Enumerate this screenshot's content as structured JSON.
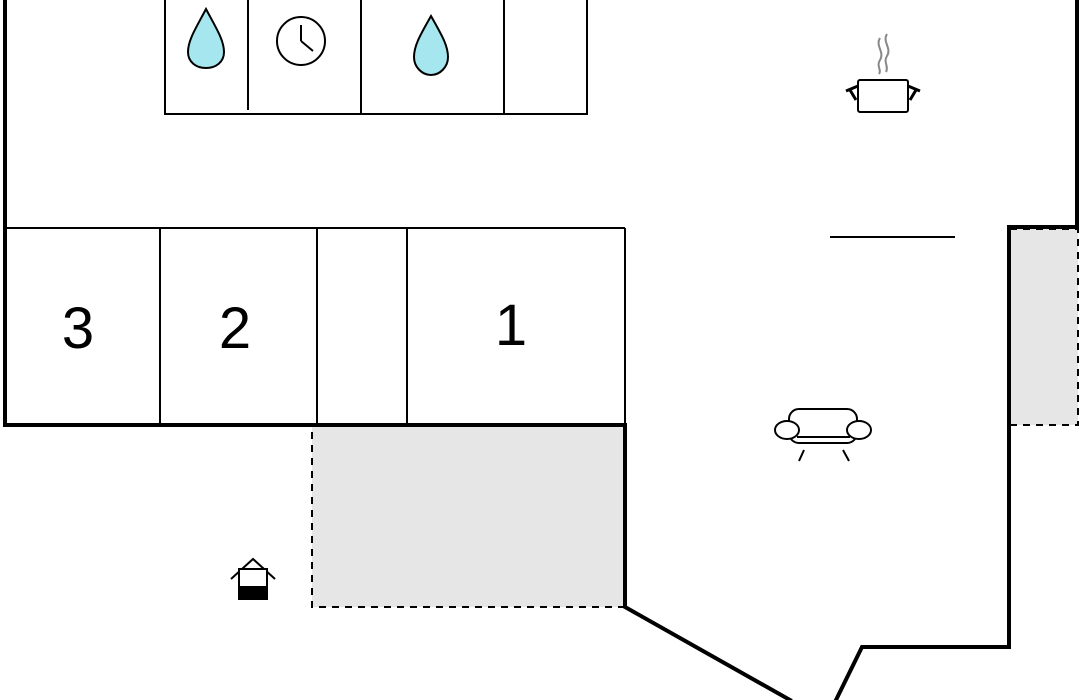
{
  "floorplan": {
    "rooms": [
      {
        "label": "1"
      },
      {
        "label": "2"
      },
      {
        "label": "3"
      }
    ],
    "icons": [
      "water-drop-icon",
      "clock-icon",
      "water-drop-icon",
      "cooking-pot-icon",
      "armchair-icon",
      "entrance-icon"
    ],
    "colors": {
      "wall": "#000000",
      "terrace": "#e6e6e6",
      "water": "#a6e6ee",
      "background": "#ffffff"
    }
  }
}
